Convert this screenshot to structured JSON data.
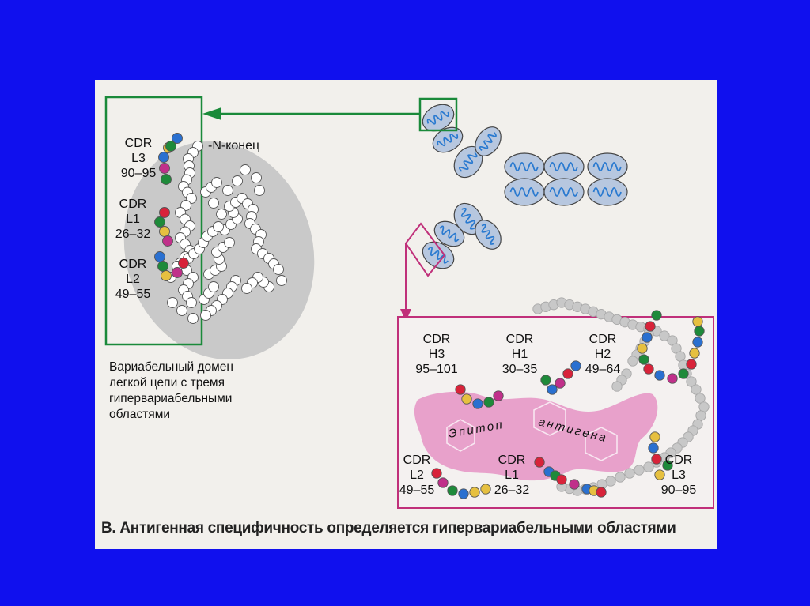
{
  "light_chain": {
    "n_terminus": "-N-конец",
    "cdr_l3": {
      "name": "CDR",
      "sub": "L3",
      "range": "90–95"
    },
    "cdr_l1": {
      "name": "CDR",
      "sub": "L1",
      "range": "26–32"
    },
    "cdr_l2": {
      "name": "CDR",
      "sub": "L2",
      "range": "49–55"
    },
    "description": [
      "Вариабельный домен",
      "легкой цепи с тремя",
      "гипервариабельными",
      "областями"
    ]
  },
  "binding_site": {
    "cdr_h3": {
      "name": "CDR",
      "sub": "H3",
      "range": "95–101"
    },
    "cdr_h1": {
      "name": "CDR",
      "sub": "H1",
      "range": "30–35"
    },
    "cdr_h2": {
      "name": "CDR",
      "sub": "H2",
      "range": "49–64"
    },
    "cdr_l2": {
      "name": "CDR",
      "sub": "L2",
      "range": "49–55"
    },
    "cdr_l1": {
      "name": "CDR",
      "sub": "L1",
      "range": "26–32"
    },
    "cdr_l3": {
      "name": "CDR",
      "sub": "L3",
      "range": "90–95"
    },
    "epitope_word1": "Эпитоп",
    "epitope_word2": "антигена"
  },
  "caption": "В. Антигенная специфичность определяется гипервариабельными областями",
  "colors": {
    "background": "#1010ee",
    "frame_green": "#1a8a3a",
    "frame_magenta": "#c0307a",
    "antigen_pink": "#e69ac8",
    "domain_fill": "#b7c7df",
    "domain_strand": "#2a7ad0"
  }
}
